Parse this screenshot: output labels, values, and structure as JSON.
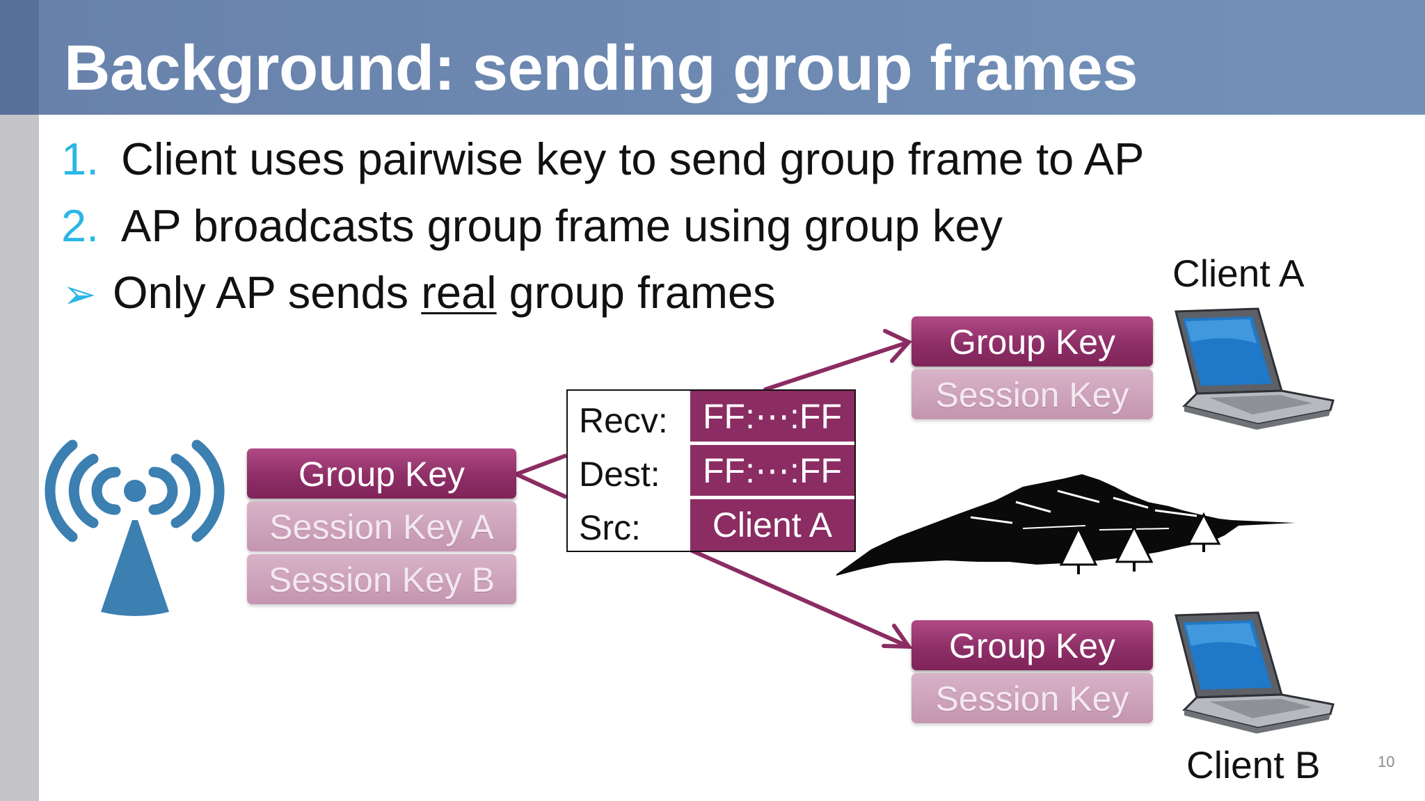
{
  "title": "Background: sending group frames",
  "bullets": {
    "items": [
      {
        "marker": "1.",
        "text": "Client uses pairwise key to send group frame to AP"
      },
      {
        "marker": "2.",
        "text": "AP broadcasts group frame using group key"
      }
    ],
    "note": {
      "before": "Only AP sends ",
      "underlined": "real",
      "after": " group frames"
    }
  },
  "ap_keys": {
    "group": "Group Key",
    "session_a": "Session Key A",
    "session_b": "Session Key B"
  },
  "frame": {
    "recv_label": "Recv:",
    "recv_value": "FF:⋯:FF",
    "dest_label": "Dest:",
    "dest_value": "FF:⋯:FF",
    "src_label": "Src:",
    "src_value": "Client A"
  },
  "client_a": {
    "label": "Client A",
    "group_key": "Group Key",
    "session_key": "Session Key"
  },
  "client_b": {
    "label": "Client B",
    "group_key": "Group Key",
    "session_key": "Session Key"
  },
  "page_number": "10",
  "colors": {
    "accent": "#8b2c63",
    "bullet_number": "#2cb6e6",
    "title_bar": "#6f8cb3",
    "antenna": "#3c7fb1"
  }
}
